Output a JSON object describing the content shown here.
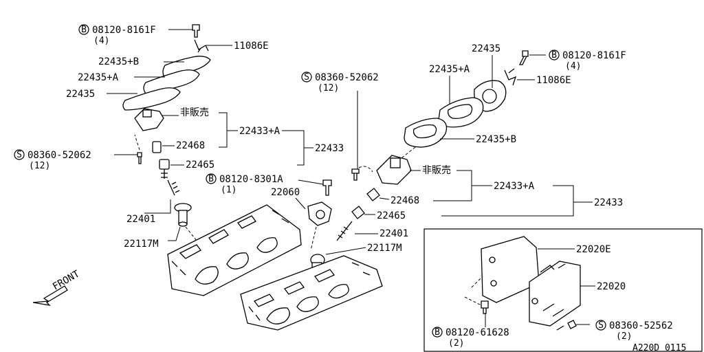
{
  "labels": {
    "bolt_b_8161_l": "08120-8161F",
    "bolt_b_8161_l_qty": "(4)",
    "hanger_l": "11086E",
    "gasket_b_l": "22435+B",
    "gasket_a_l": "22435+A",
    "gasket_l": "22435",
    "not_sold_l": "非販売",
    "assy_a_l": "22433+A",
    "seal_l": "22468",
    "assy_l": "22433",
    "screw_s_l": "08360-52062",
    "screw_s_l_qty": "(12)",
    "plug_l": "22465",
    "bolt_b_8301": "08120-8301A",
    "bolt_b_8301_qty": "(1)",
    "cam_sensor": "22060",
    "spark_plug_l": "22401",
    "grommet_l": "22117M",
    "screw_s_r": "08360-52062",
    "screw_s_r_qty": "(12)",
    "gasket_a_r": "22435+A",
    "gasket_r": "22435",
    "bolt_b_8161_r": "08120-8161F",
    "bolt_b_8161_r_qty": "(4)",
    "hanger_r": "11086E",
    "gasket_b_r": "22435+B",
    "not_sold_r": "非販売",
    "assy_a_r": "22433+A",
    "assy_r": "22433",
    "seal_r": "22468",
    "plug_r": "22465",
    "spark_plug_r": "22401",
    "grommet_r": "22117M",
    "bracket": "22020E",
    "control_unit": "22020",
    "screw_s_cu": "08360-52562",
    "screw_s_cu_qty": "(2)",
    "bolt_b_61628": "08120-61628",
    "bolt_b_61628_qty": "(2)",
    "front": "FRONT",
    "diagram_code": "A220D 0115"
  },
  "markers": {
    "bolt": "B",
    "screw": "S"
  }
}
